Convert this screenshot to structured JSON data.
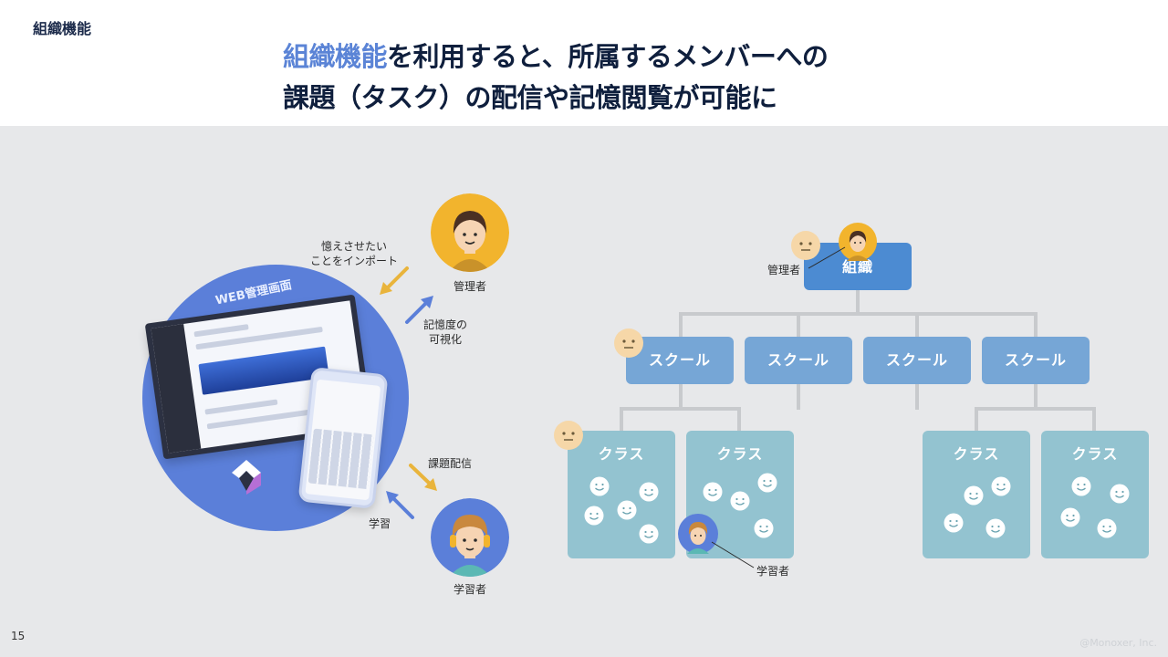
{
  "section_label": "組織機能",
  "headline": {
    "accent": "組織機能",
    "line1_rest": "を利用すると、所属するメンバーへの",
    "line2": "課題（タスク）の配信や記憶閲覧が可能に"
  },
  "left": {
    "web_label": "WEB管理画面",
    "import_label": "憶えさせたい\nことをインポート",
    "manager_label": "管理者",
    "visualize_label": "記憶度の\n可視化",
    "task_label": "課題配信",
    "learn_label": "学習",
    "learner_label": "学習者"
  },
  "org": {
    "org_label": "組織",
    "manager_label": "管理者",
    "schools": [
      "スクール",
      "スクール",
      "スクール",
      "スクール"
    ],
    "classes": [
      "クラス",
      "クラス",
      "クラス",
      "クラス"
    ],
    "learner_label": "学習者"
  },
  "footer": {
    "page_number": "15",
    "copyright": "@Monoxer, Inc."
  },
  "colors": {
    "accent": "#5b84d6",
    "stage_bg": "#e7e8ea",
    "org_node": "#4c8bd2",
    "school_node": "#76a6d6",
    "class_node": "#93c3d0",
    "arrow_orange": "#e9b43c",
    "arrow_blue": "#5b7fd9"
  }
}
